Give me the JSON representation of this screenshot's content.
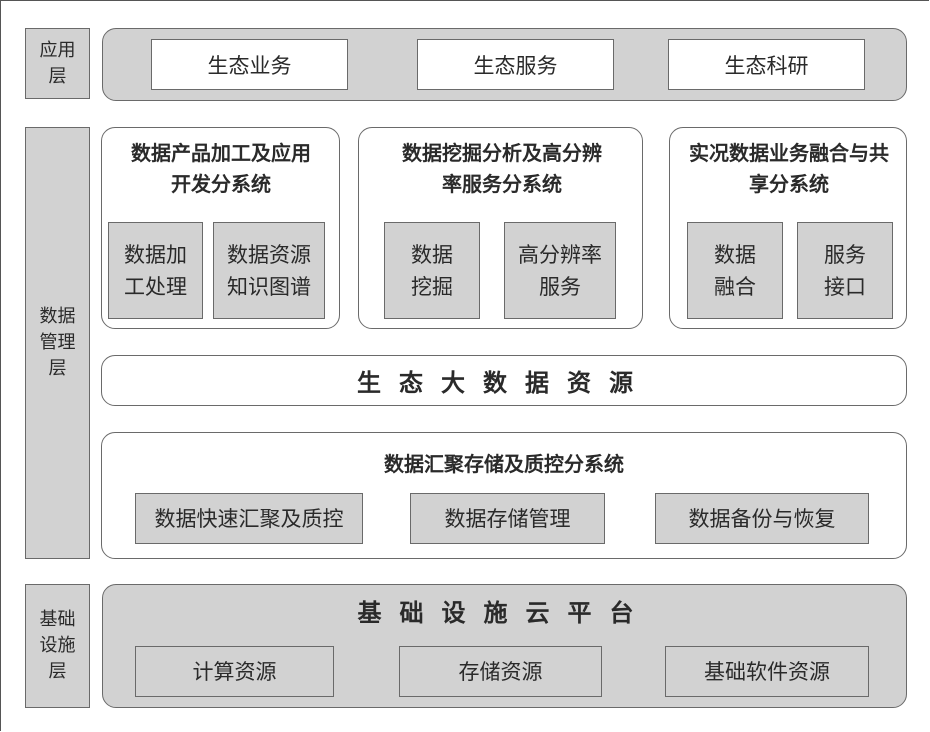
{
  "layers": {
    "application": "应用层",
    "data_management": "数据管理层",
    "infrastructure": "基础设施层"
  },
  "application_layer": {
    "items": [
      "生态业务",
      "生态服务",
      "生态科研"
    ]
  },
  "data_layer": {
    "subsystem_product": {
      "title": "数据产品加工及应用开发分系统",
      "items": [
        "数据加工处理",
        "数据资源知识图谱"
      ]
    },
    "subsystem_mining": {
      "title": "数据挖掘分析及高分辨率服务分系统",
      "items": [
        "数据挖掘",
        "高分辨率服务"
      ]
    },
    "subsystem_fusion": {
      "title": "实况数据业务融合与共享分系统",
      "items": [
        "数据融合",
        "服务接口"
      ]
    },
    "big_data": "生态大数据资源",
    "subsystem_storage": {
      "title": "数据汇聚存储及质控分系统",
      "items": [
        "数据快速汇聚及质控",
        "数据存储管理",
        "数据备份与恢复"
      ]
    }
  },
  "infrastructure_layer": {
    "title": "基础设施云平台",
    "items": [
      "计算资源",
      "存储资源",
      "基础软件资源"
    ]
  }
}
